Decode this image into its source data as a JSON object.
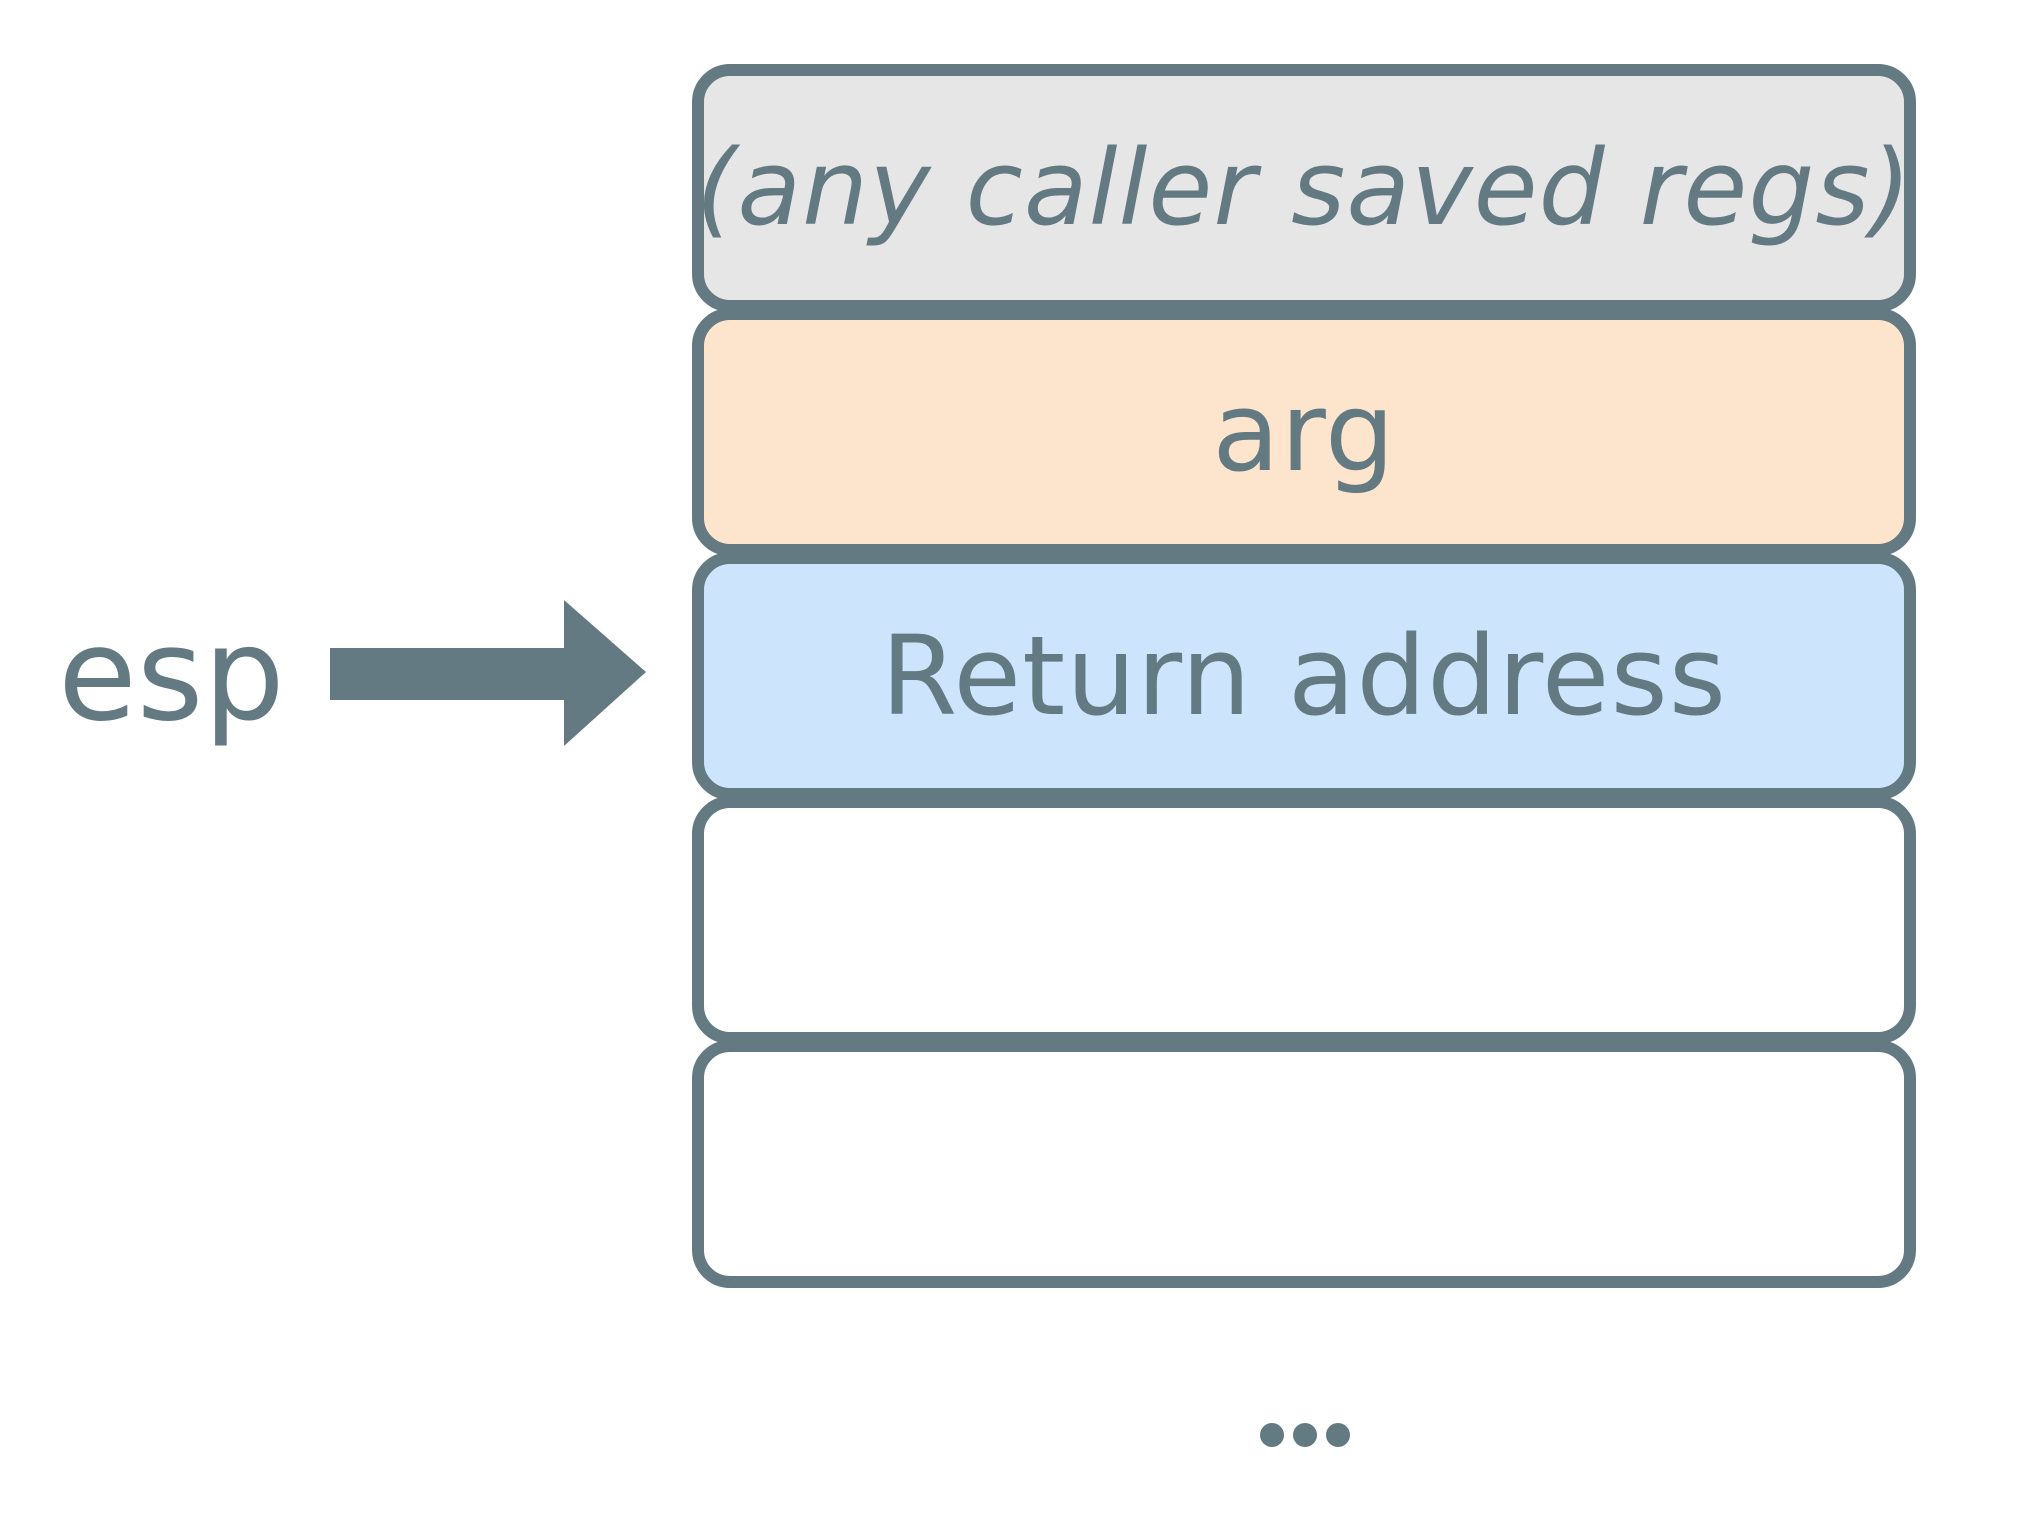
{
  "pointer": {
    "label": "esp"
  },
  "stack": {
    "slots": [
      {
        "label": "(any caller saved regs)",
        "italic": true,
        "fill": "#e6e6e6"
      },
      {
        "label": "arg",
        "italic": false,
        "fill": "#fde5cd"
      },
      {
        "label": "Return address",
        "italic": false,
        "fill": "#cce5fc"
      },
      {
        "label": "",
        "italic": false,
        "fill": "#ffffff"
      },
      {
        "label": "",
        "italic": false,
        "fill": "#ffffff"
      }
    ]
  },
  "colors": {
    "stroke": "#647a82",
    "text": "#647a82"
  },
  "continuation_icon": "ellipsis-icon"
}
